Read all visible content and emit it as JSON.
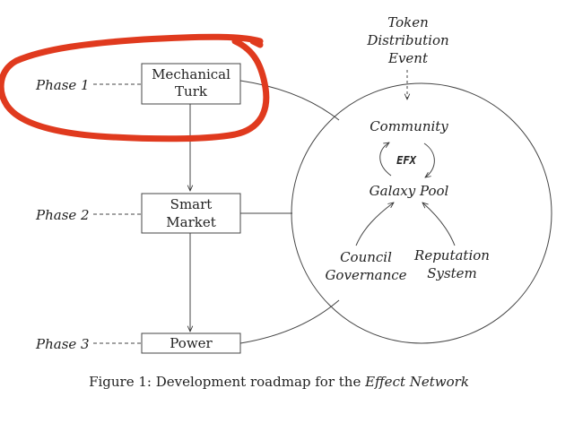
{
  "diagram": {
    "phases": {
      "phase1": "Phase 1",
      "phase2": "Phase 2",
      "phase3": "Phase 3"
    },
    "boxes": {
      "mechanical_turk": [
        "Mechanical",
        "Turk"
      ],
      "smart_market": [
        "Smart",
        "Market"
      ],
      "power": [
        "Power"
      ]
    },
    "token_event": [
      "Token",
      "Distribution",
      "Event"
    ],
    "circle": {
      "community": "Community",
      "token": "EFX",
      "galaxy_pool": "Galaxy Pool",
      "council_governance": [
        "Council",
        "Governance"
      ],
      "reputation_system": [
        "Reputation",
        "System"
      ]
    },
    "caption": {
      "prefix": "Figure 1: Development roadmap for the ",
      "emphasis": "Effect Network"
    },
    "annotation": {
      "color": "#e03a1e"
    }
  }
}
